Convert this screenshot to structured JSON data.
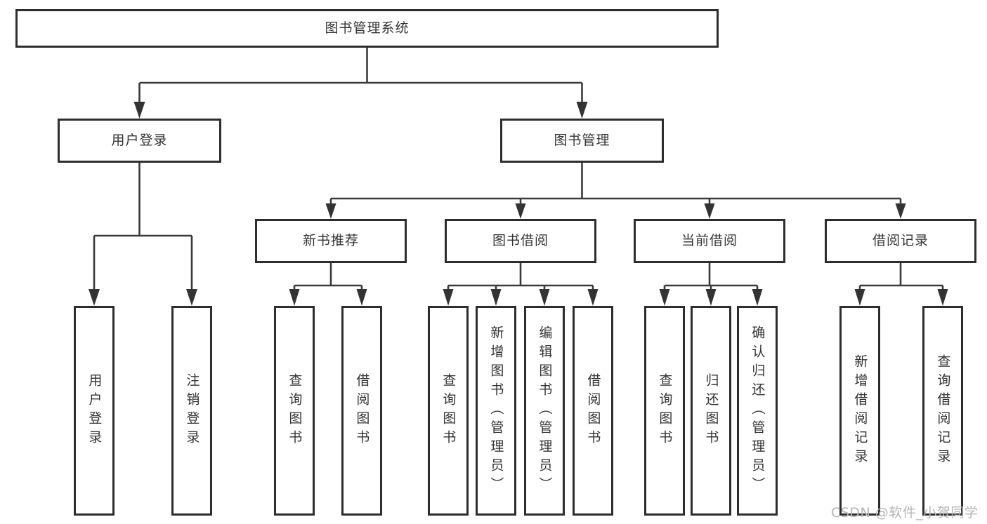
{
  "diagram": {
    "title": "图书管理系统",
    "branches": [
      {
        "label": "用户登录",
        "children": [
          {
            "label": "用户登录"
          },
          {
            "label": "注销登录"
          }
        ]
      },
      {
        "label": "图书管理",
        "children": [
          {
            "label": "新书推荐",
            "children": [
              {
                "label": "查询图书"
              },
              {
                "label": "借阅图书"
              }
            ]
          },
          {
            "label": "图书借阅",
            "children": [
              {
                "label": "查询图书"
              },
              {
                "label": "新增图书（管理员）"
              },
              {
                "label": "编辑图书（管理员）"
              },
              {
                "label": "借阅图书"
              }
            ]
          },
          {
            "label": "当前借阅",
            "children": [
              {
                "label": "查询图书"
              },
              {
                "label": "归还图书"
              },
              {
                "label": "确认归还（管理员）"
              }
            ]
          },
          {
            "label": "借阅记录",
            "children": [
              {
                "label": "新增借阅记录"
              },
              {
                "label": "查询借阅记录"
              }
            ]
          }
        ]
      }
    ]
  },
  "watermark": "CSDN @软件_小贺同学",
  "colors": {
    "line": "#3a3a3a",
    "box_border": "#2d2d2d",
    "text": "#333333",
    "watermark": "#b5b5b5",
    "background": "#ffffff"
  }
}
